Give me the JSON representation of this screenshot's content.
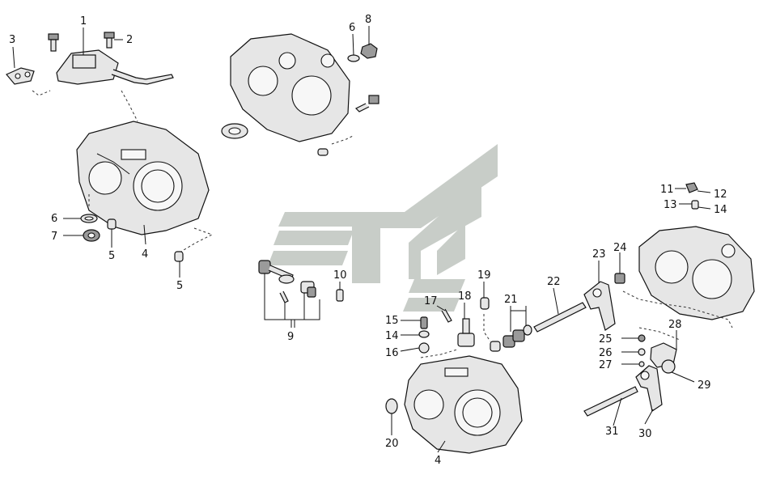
{
  "diagram": {
    "colors": {
      "line": "#111111",
      "part_fill": "#e6e6e6",
      "dark_fill": "#9a9a9a",
      "watermark": "#c8cdc8"
    },
    "labels": {
      "l1": "1",
      "l2": "2",
      "l3": "3",
      "l4a": "4",
      "l4b": "4",
      "l5a": "5",
      "l5b": "5",
      "l6a": "6",
      "l6b": "6",
      "l7": "7",
      "l8": "8",
      "l9": "9",
      "l10": "10",
      "l11": "11",
      "l12": "12",
      "l13": "13",
      "l14a": "14",
      "l14b": "14",
      "l15": "15",
      "l16": "16",
      "l17": "17",
      "l18": "18",
      "l19": "19",
      "l20": "20",
      "l21": "21",
      "l22": "22",
      "l23": "23",
      "l24": "24",
      "l25": "25",
      "l26": "26",
      "l27": "27",
      "l28": "28",
      "l29": "29",
      "l30": "30",
      "l31": "31"
    }
  }
}
